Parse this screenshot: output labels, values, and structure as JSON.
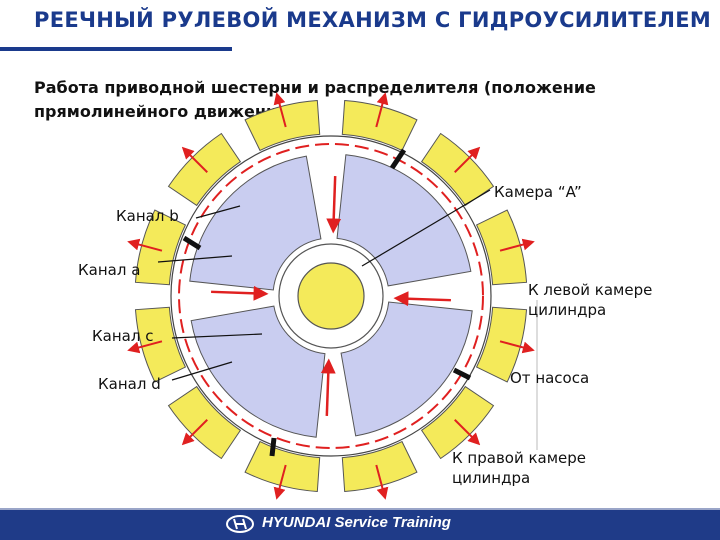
{
  "title": "РЕЕЧНЫЙ РУЛЕВОЙ МЕХАНИЗМ С ГИДРОУСИЛИТЕЛЕМ",
  "subtitle_line1": "Работа приводной шестерни и распределителя (положение",
  "subtitle_line2": "прямолинейного движения)",
  "labels": {
    "channel_b": "Канал b",
    "channel_a": "Канал a",
    "channel_c": "Канал c",
    "channel_d": "Канал d",
    "chamber_a": "Камера “A”",
    "left_chamber_1": "К левой камере",
    "left_chamber_2": "цилиндра",
    "from_pump": "От насоса",
    "right_chamber_1": "К правой камере",
    "right_chamber_2": "цилиндра"
  },
  "footer": {
    "brand": "HYUNDAI Service Training"
  },
  "colors": {
    "title": "#1a3a8c",
    "outer_ring": "#f4ea5a",
    "rotor": "#c9cdf0",
    "flow": "#e02020",
    "footer": "#1f3b88"
  }
}
